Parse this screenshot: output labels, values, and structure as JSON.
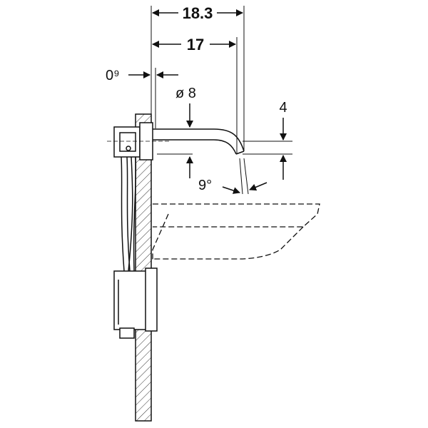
{
  "dimensions": {
    "overall_depth": "18.3",
    "spout_reach": "17",
    "wall_offset": "0⁹",
    "spout_diameter": "ø 8",
    "spout_height": "4",
    "spout_angle": "9°"
  },
  "colors": {
    "line": "#111111",
    "hatch": "#333333",
    "background": "#ffffff"
  }
}
